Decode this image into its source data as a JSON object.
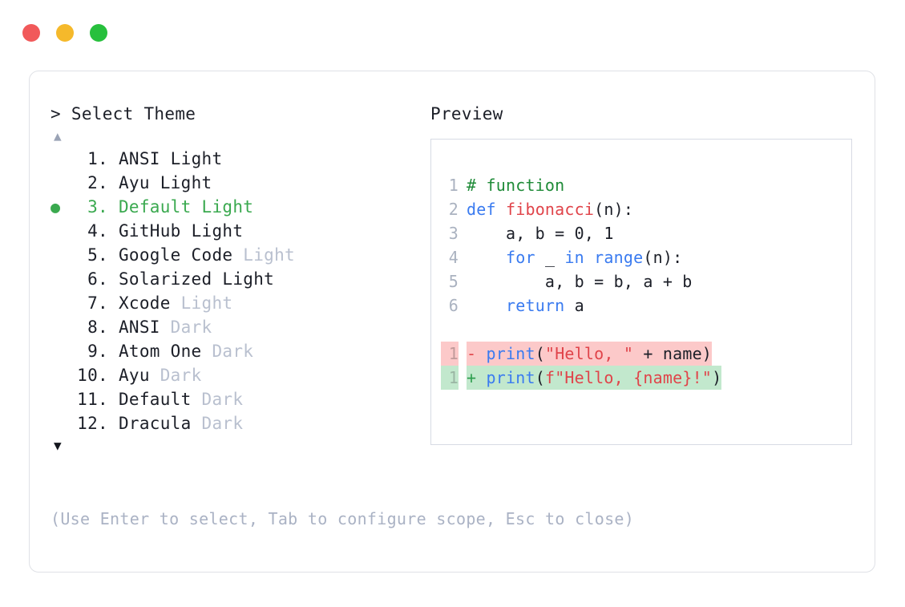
{
  "window": {
    "traffic_lights": [
      {
        "name": "close-button",
        "color": "#f1595a"
      },
      {
        "name": "minimize-button",
        "color": "#f5b92b"
      },
      {
        "name": "maximize-button",
        "color": "#27c03d"
      }
    ]
  },
  "chooser": {
    "prompt": "> Select Theme",
    "scroll_up_icon": "▲",
    "scroll_down_icon": "▼",
    "selected_index": 3,
    "selected_marker": "●",
    "items": [
      {
        "num": "1.",
        "name": "ANSI",
        "mode": "Light",
        "mode_muted": false,
        "selected": false
      },
      {
        "num": "2.",
        "name": "Ayu",
        "mode": "Light",
        "mode_muted": false,
        "selected": false
      },
      {
        "num": "3.",
        "name": "Default",
        "mode": "Light",
        "mode_muted": false,
        "selected": true
      },
      {
        "num": "4.",
        "name": "GitHub",
        "mode": "Light",
        "mode_muted": false,
        "selected": false
      },
      {
        "num": "5.",
        "name": "Google Code",
        "mode": "Light",
        "mode_muted": true,
        "selected": false
      },
      {
        "num": "6.",
        "name": "Solarized",
        "mode": "Light",
        "mode_muted": false,
        "selected": false
      },
      {
        "num": "7.",
        "name": "Xcode",
        "mode": "Light",
        "mode_muted": true,
        "selected": false
      },
      {
        "num": "8.",
        "name": "ANSI",
        "mode": "Dark",
        "mode_muted": true,
        "selected": false
      },
      {
        "num": "9.",
        "name": "Atom One",
        "mode": "Dark",
        "mode_muted": true,
        "selected": false
      },
      {
        "num": "10.",
        "name": "Ayu",
        "mode": "Dark",
        "mode_muted": true,
        "selected": false
      },
      {
        "num": "11.",
        "name": "Default",
        "mode": "Dark",
        "mode_muted": true,
        "selected": false
      },
      {
        "num": "12.",
        "name": "Dracula",
        "mode": "Dark",
        "mode_muted": true,
        "selected": false
      }
    ]
  },
  "hint": "(Use Enter to select, Tab to configure scope, Esc to close)",
  "preview": {
    "title": "Preview",
    "code_lines": [
      {
        "ln": "1",
        "tokens": [
          {
            "t": "# function",
            "c": "comment"
          }
        ]
      },
      {
        "ln": "2",
        "tokens": [
          {
            "t": "def ",
            "c": "kw"
          },
          {
            "t": "fibonacci",
            "c": "fn"
          },
          {
            "t": "(n):",
            "c": "plain"
          }
        ]
      },
      {
        "ln": "3",
        "tokens": [
          {
            "t": "    a, b = 0, 1",
            "c": "plain"
          }
        ]
      },
      {
        "ln": "4",
        "tokens": [
          {
            "t": "    ",
            "c": "plain"
          },
          {
            "t": "for",
            "c": "kw"
          },
          {
            "t": " _ ",
            "c": "plain"
          },
          {
            "t": "in",
            "c": "kw"
          },
          {
            "t": " ",
            "c": "plain"
          },
          {
            "t": "range",
            "c": "builtin"
          },
          {
            "t": "(n):",
            "c": "plain"
          }
        ]
      },
      {
        "ln": "5",
        "tokens": [
          {
            "t": "        a, b = b, a + b",
            "c": "plain"
          }
        ]
      },
      {
        "ln": "6",
        "tokens": [
          {
            "t": "    ",
            "c": "plain"
          },
          {
            "t": "return",
            "c": "kw"
          },
          {
            "t": " a",
            "c": "plain"
          }
        ]
      }
    ],
    "diff_lines": [
      {
        "ln": "1",
        "marker": "-",
        "kind": "del",
        "tokens": [
          {
            "t": "print",
            "c": "builtin"
          },
          {
            "t": "(",
            "c": "plain"
          },
          {
            "t": "\"Hello, \"",
            "c": "str"
          },
          {
            "t": " + name)",
            "c": "plain"
          }
        ]
      },
      {
        "ln": "1",
        "marker": "+",
        "kind": "add",
        "tokens": [
          {
            "t": "print",
            "c": "builtin"
          },
          {
            "t": "(",
            "c": "plain"
          },
          {
            "t": "f\"Hello, {name}!\"",
            "c": "str"
          },
          {
            "t": ")",
            "c": "plain"
          }
        ]
      }
    ]
  },
  "colors": {
    "accent_green": "#3aa94f",
    "muted_text": "#b9c0cf",
    "hint_text": "#aab2c4",
    "panel_border": "#dfe1e6",
    "code_border": "#d7dbe4",
    "diff_del_bg": "#fcc9c9",
    "diff_add_bg": "#c2e8cd"
  }
}
